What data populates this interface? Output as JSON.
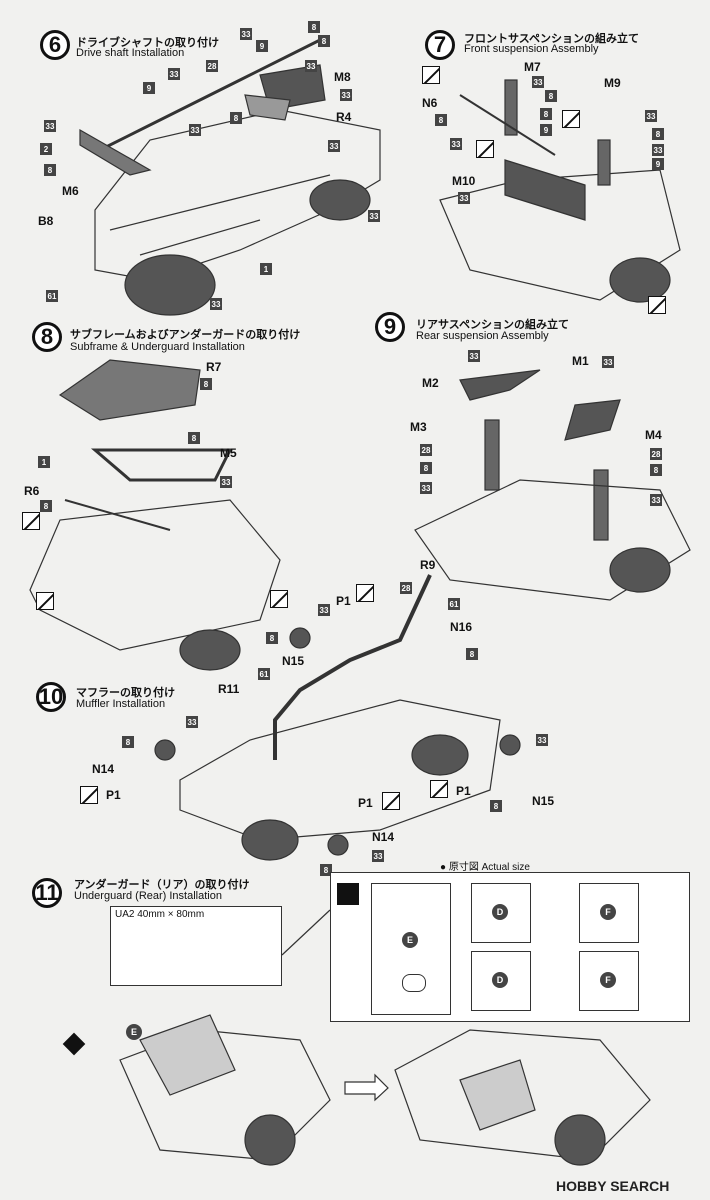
{
  "steps": {
    "s6": {
      "num": "6",
      "jp": "ドライブシャフトの取り付け",
      "en": "Drive shaft Installation"
    },
    "s7": {
      "num": "7",
      "jp": "フロントサスペンションの組み立て",
      "en": "Front suspension Assembly"
    },
    "s8": {
      "num": "8",
      "jp": "サブフレームおよびアンダーガードの取り付け",
      "en": "Subframe & Underguard Installation"
    },
    "s9": {
      "num": "9",
      "jp": "リアサスペンションの組み立て",
      "en": "Rear suspension Assembly"
    },
    "s10": {
      "num": "10",
      "jp": "マフラーの取り付け",
      "en": "Muffler Installation"
    },
    "s11": {
      "num": "11",
      "jp": "アンダーガード（リア）の取り付け",
      "en": "Underguard (Rear) Installation"
    }
  },
  "labels": {
    "s6": [
      "33",
      "9",
      "9",
      "8",
      "8",
      "33",
      "28",
      "33",
      "M8",
      "33",
      "2",
      "8",
      "M6",
      "33",
      "33",
      "8",
      "R4",
      "33",
      "B8",
      "1",
      "61",
      "33",
      "33"
    ],
    "s7": [
      "M7",
      "33",
      "8",
      "N6",
      "8",
      "8",
      "9",
      "M9",
      "33",
      "8",
      "33",
      "33",
      "9",
      "M10",
      "33"
    ],
    "s8": [
      "R7",
      "8",
      "8",
      "1",
      "M5",
      "33",
      "R6",
      "8"
    ],
    "s9": [
      "33",
      "M2",
      "M1",
      "33",
      "M3",
      "M4",
      "28",
      "28",
      "8",
      "8",
      "33",
      "33"
    ],
    "s10": [
      "R9",
      "28",
      "61",
      "33",
      "P1",
      "N16",
      "8",
      "8",
      "N15",
      "R11",
      "61",
      "8",
      "33",
      "N14",
      "P1",
      "33",
      "P1",
      "8",
      "N15",
      "P1",
      "N14",
      "33",
      "8"
    ]
  },
  "step11": {
    "actual_size": "● 原寸図  Actual size",
    "decal_label": "UA2 40mm × 80mm",
    "parts": [
      "E",
      "D",
      "F",
      "D",
      "F",
      "E"
    ]
  },
  "watermark": "HOBBY SEARCH",
  "colors": {
    "part_box": "#444444",
    "ink": "#111111",
    "paper": "#f1f1ef"
  }
}
